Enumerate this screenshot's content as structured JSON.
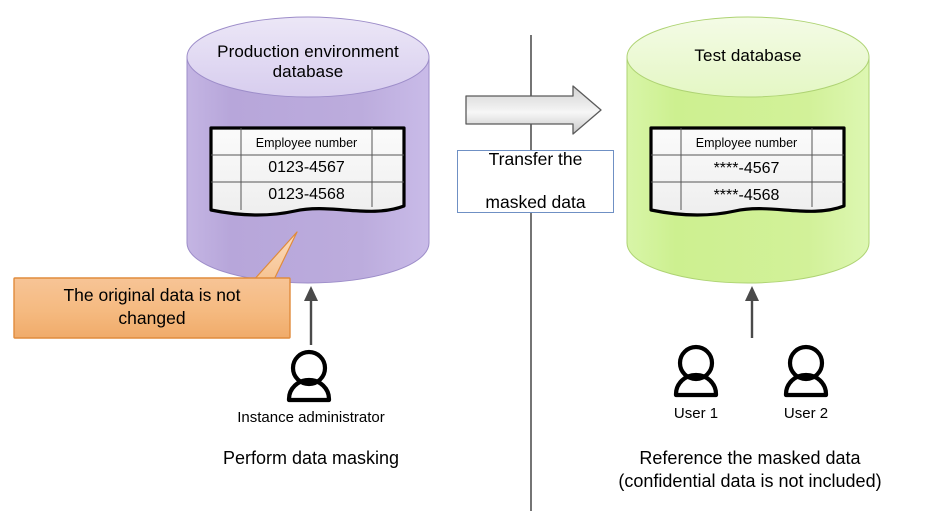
{
  "diagram": {
    "title": "Data masking flow: production database to test database",
    "colors": {
      "production_body": "#b7a6da",
      "production_top": "#e4ddf4",
      "production_stroke": "#8f7fc0",
      "test_body": "#d0f096",
      "test_top": "#eefadb",
      "test_stroke": "#a8cf6a",
      "callout_fill": "#f6bd85",
      "callout_stroke": "#e08b3c",
      "arrow_fill": "#e8e8e8",
      "arrow_stroke": "#555555",
      "divider": "#3a3a3a",
      "transfer_box_border": "#6f90c4",
      "table_border": "#000000",
      "table_fill": "#f2f2f2",
      "person_stroke": "#000000",
      "up_arrow": "#4a4a4a"
    },
    "left": {
      "database_title_line1": "Production  environment",
      "database_title_line2": "database",
      "table": {
        "columns": [
          "",
          "Employee number",
          ""
        ],
        "rows": [
          [
            "",
            "0123-4567",
            ""
          ],
          [
            "",
            "0123-4568",
            ""
          ]
        ]
      },
      "callout": {
        "line1": "The original data is not",
        "line2": "changed"
      },
      "actor_label": "Instance administrator",
      "caption": "Perform data masking"
    },
    "center": {
      "arrow_icon": "right-arrow-icon",
      "transfer_label_line1": "Transfer the",
      "transfer_label_line2": "masked data"
    },
    "right": {
      "database_title": "Test database",
      "table": {
        "columns": [
          "",
          "Employee number",
          ""
        ],
        "rows": [
          [
            "",
            "****-4567",
            ""
          ],
          [
            "",
            "****-4568",
            ""
          ]
        ]
      },
      "actor_labels": [
        "User 1",
        "User 2"
      ],
      "caption_line1": "Reference the masked data",
      "caption_line2": "(confidential data is not included)"
    }
  }
}
